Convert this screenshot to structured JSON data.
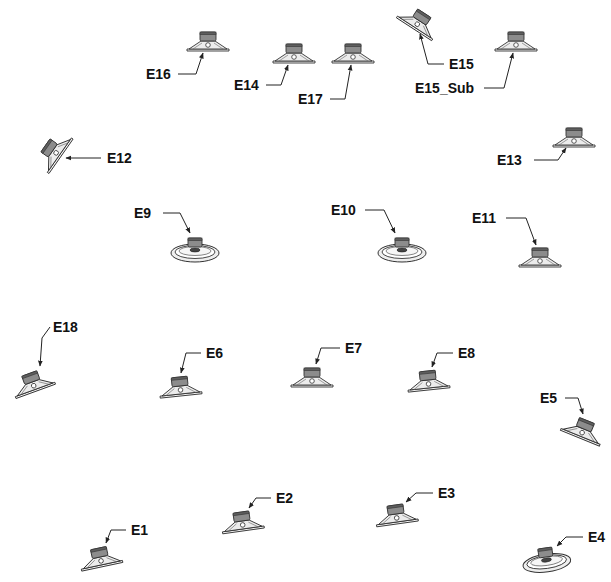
{
  "diagram": {
    "labels": [
      "E16",
      "E14",
      "E17",
      "E15",
      "E15_Sub",
      "E12",
      "E13",
      "E9",
      "E10",
      "E11",
      "E18",
      "E6",
      "E7",
      "E8",
      "E5",
      "E2",
      "E3",
      "E1",
      "E4"
    ]
  }
}
